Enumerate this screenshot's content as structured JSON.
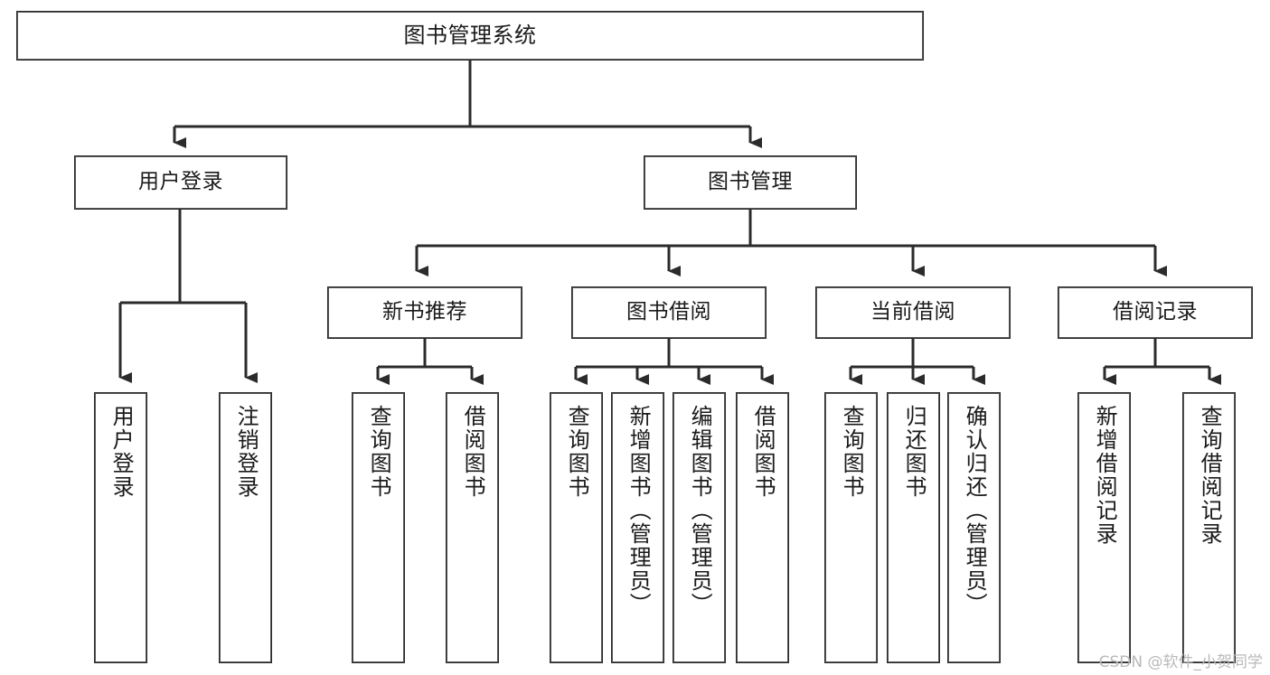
{
  "diagram": {
    "type": "tree",
    "title": "图书管理系统",
    "colors": {
      "box_border": "#2b2b2b",
      "box_fill": "#ffffff",
      "connector": "#2b2b2b",
      "text": "#1a1a1a",
      "watermark": "#b9b9b9"
    },
    "levels": {
      "root": {
        "label": "图书管理系统"
      },
      "level2": [
        {
          "id": "user-login",
          "label": "用户登录"
        },
        {
          "id": "book-manage",
          "label": "图书管理"
        }
      ],
      "level3": [
        {
          "id": "new-book-recommend",
          "label": "新书推荐",
          "parent": "book-manage"
        },
        {
          "id": "book-borrow",
          "label": "图书借阅",
          "parent": "book-manage"
        },
        {
          "id": "current-borrow",
          "label": "当前借阅",
          "parent": "book-manage"
        },
        {
          "id": "borrow-record",
          "label": "借阅记录",
          "parent": "book-manage"
        }
      ],
      "leaves": [
        {
          "id": "leaf-user-login",
          "label": "用户登录",
          "parent": "user-login"
        },
        {
          "id": "leaf-logout-login",
          "label": "注销登录",
          "parent": "user-login"
        },
        {
          "id": "leaf-query-book-1",
          "label": "查询图书",
          "parent": "new-book-recommend"
        },
        {
          "id": "leaf-borrow-book-1",
          "label": "借阅图书",
          "parent": "new-book-recommend"
        },
        {
          "id": "leaf-query-book-2",
          "label": "查询图书",
          "parent": "book-borrow"
        },
        {
          "id": "leaf-add-book",
          "label": "新增图书（管理员）",
          "parent": "book-borrow"
        },
        {
          "id": "leaf-edit-book",
          "label": "编辑图书（管理员）",
          "parent": "book-borrow"
        },
        {
          "id": "leaf-borrow-book-2",
          "label": "借阅图书",
          "parent": "book-borrow"
        },
        {
          "id": "leaf-query-book-3",
          "label": "查询图书",
          "parent": "current-borrow"
        },
        {
          "id": "leaf-return-book",
          "label": "归还图书",
          "parent": "current-borrow"
        },
        {
          "id": "leaf-confirm-return",
          "label": "确认归还（管理员）",
          "parent": "current-borrow"
        },
        {
          "id": "leaf-add-record",
          "label": "新增借阅记录",
          "parent": "borrow-record"
        },
        {
          "id": "leaf-query-record",
          "label": "查询借阅记录",
          "parent": "borrow-record"
        }
      ]
    }
  },
  "watermark": {
    "text": "CSDN @软件_小贺同学"
  }
}
